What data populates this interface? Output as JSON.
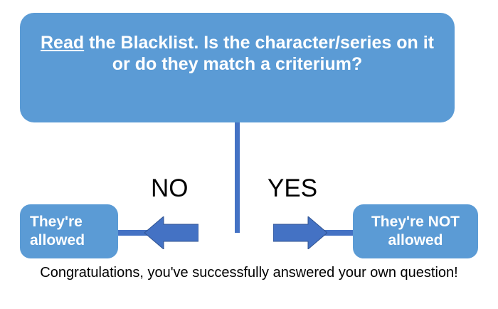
{
  "diagram": {
    "type": "flowchart",
    "colors": {
      "node_fill": "#5B9BD5",
      "connector": "#4472C4",
      "node_text": "#FFFFFF",
      "label_text": "#000000",
      "background": "#FFFFFF"
    },
    "question": {
      "emphasis": "Read",
      "text": " the Blacklist. Is the character/series on it or do they match a criterium?"
    },
    "branches": [
      {
        "label": "NO",
        "direction": "left",
        "target": "allowed"
      },
      {
        "label": "YES",
        "direction": "right",
        "target": "not-allowed"
      }
    ],
    "outcomes": {
      "allowed": "They're allowed",
      "not_allowed": "They're NOT allowed"
    },
    "caption": "Congratulations, you've successfully answered your own question!"
  }
}
